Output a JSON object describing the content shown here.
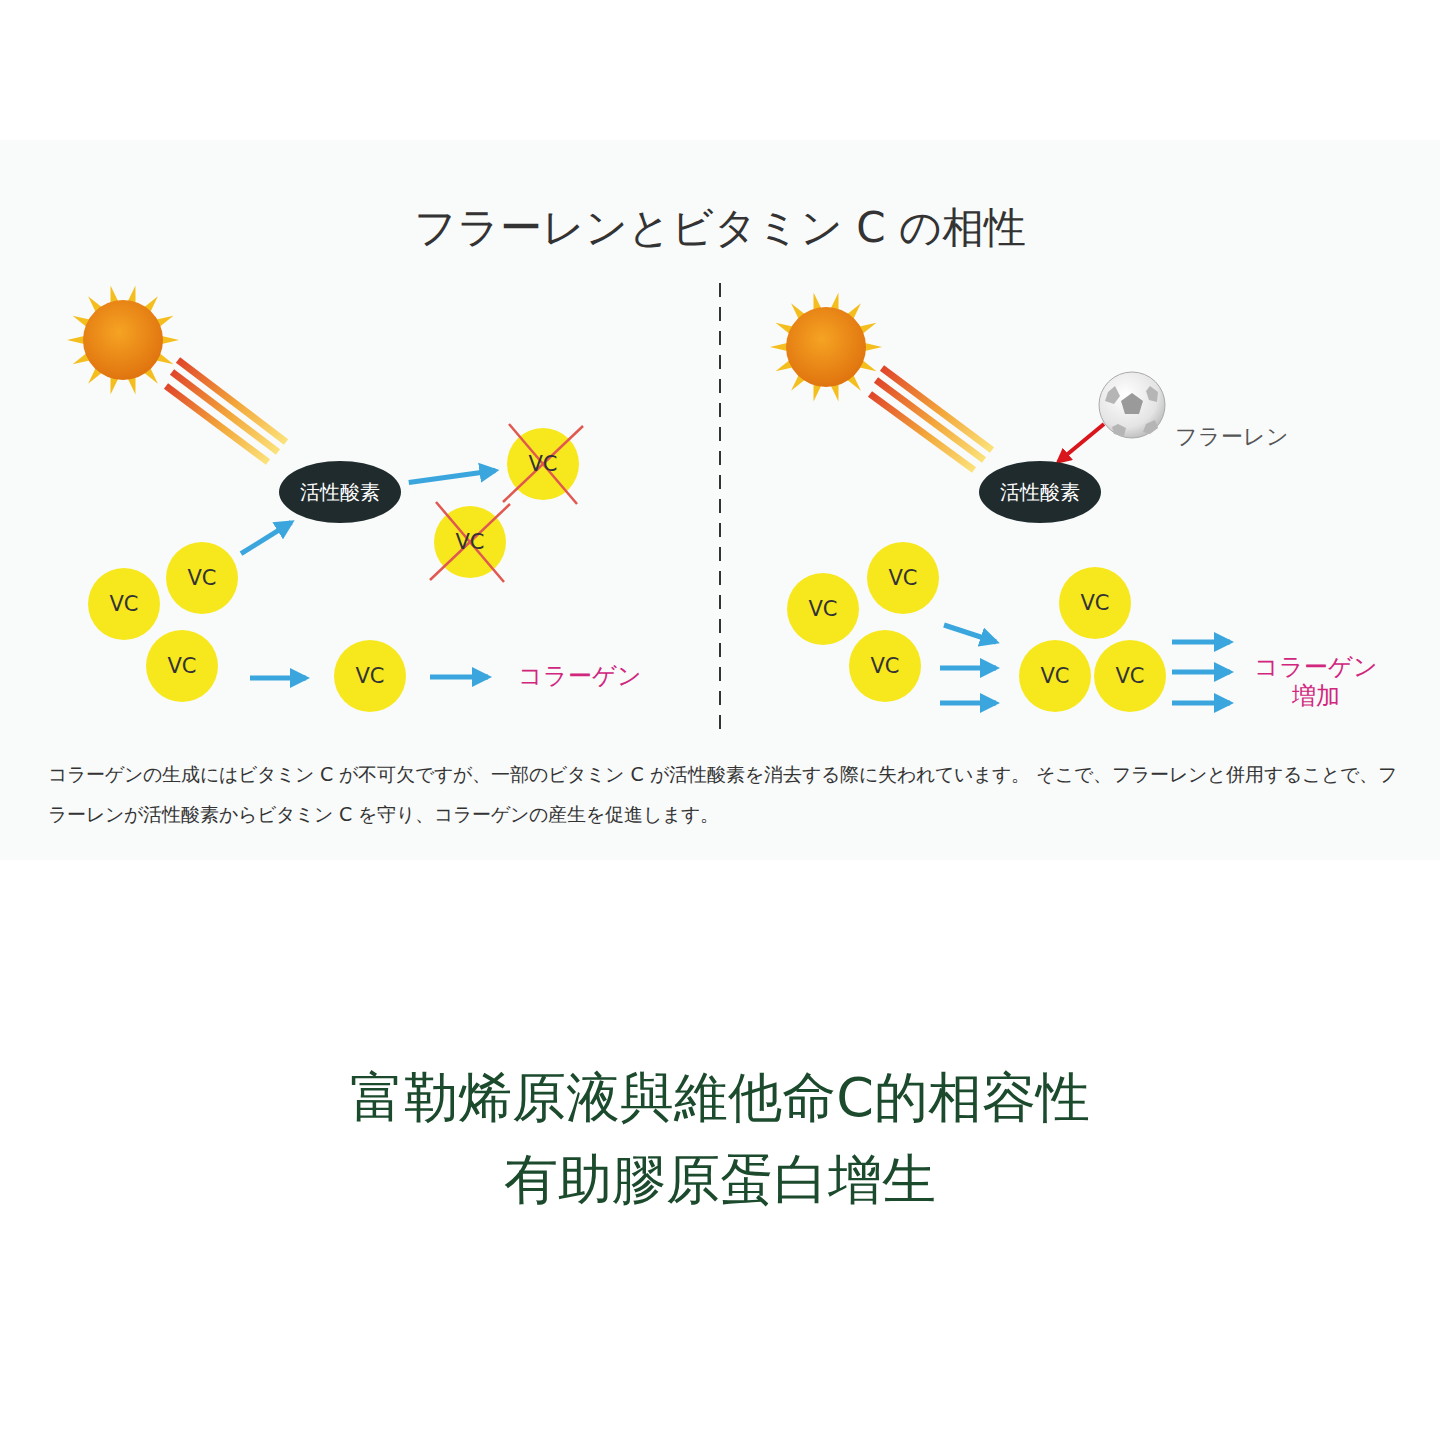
{
  "diagram": {
    "title": "フラーレンとビタミン C の相性",
    "caption": "コラーゲンの生成にはビタミン C が不可欠ですが、一部のビタミン C が活性酸素を消去する際に失われています。 そこで、フラーレンと併用することで、フラーレンが活性酸素からビタミン C を守り、コラーゲンの産生を促進します。",
    "nodes": [
      {
        "text": [
          "活性酸素"
        ]
      },
      {
        "text": [
          "VC"
        ]
      },
      {
        "text": [
          "VC"
        ]
      },
      {
        "text": [
          "VC"
        ]
      },
      {
        "text": [
          "VC"
        ]
      },
      {
        "text": [
          "VC"
        ]
      },
      {
        "text": [
          "VC"
        ]
      },
      {
        "text": [
          "活性酸素"
        ]
      },
      {
        "text": [
          "VC"
        ]
      },
      {
        "text": [
          "VC"
        ]
      },
      {
        "text": [
          "VC"
        ]
      },
      {
        "text": [
          "VC"
        ]
      },
      {
        "text": [
          "VC"
        ]
      },
      {
        "text": [
          "VC"
        ]
      }
    ],
    "edges": [
      {
        "from": 2,
        "to": 0,
        "arrow": "to"
      },
      {
        "from": 0,
        "to": 5,
        "arrow": "to"
      }
    ],
    "labels": [
      "コラーゲン",
      "フラーレン",
      "コラーゲン 増加",
      "富勒烯原液與維他命C的相容性 有助膠原蛋白增生"
    ]
  }
}
